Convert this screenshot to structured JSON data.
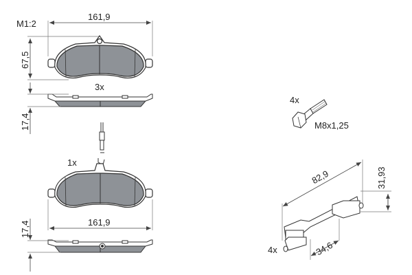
{
  "drawing": {
    "scale": "M1:2",
    "pad_top": {
      "width_dim": "161,9",
      "height_dim": "67,5",
      "quantity": "3x",
      "thickness_dim": "17,4"
    },
    "pad_bottom": {
      "quantity": "1x",
      "width_dim": "161,9",
      "thickness_dim": "17,4",
      "has_wear_sensor": true
    },
    "bolt": {
      "quantity": "4x",
      "thread": "M8x1,25"
    },
    "clip": {
      "quantity": "4x",
      "length_dim": "82,9",
      "height_dim": "31,93",
      "spacing_dim": "34,6"
    },
    "colors": {
      "pad_fill": "#8e9297",
      "line": "#333333",
      "dim_line": "#555555",
      "background": "#ffffff"
    }
  }
}
